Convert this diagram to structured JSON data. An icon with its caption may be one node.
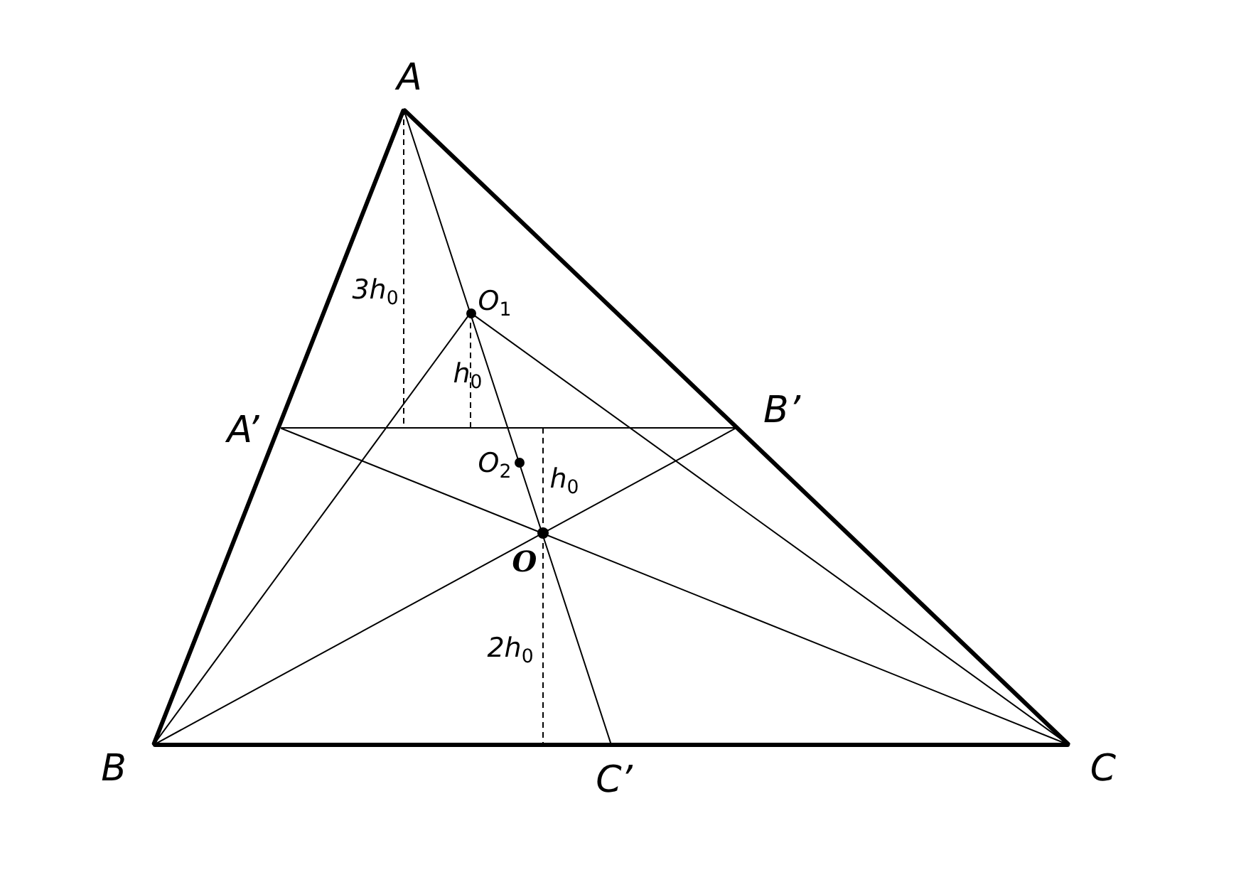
{
  "diagram": {
    "nodes": [
      {
        "text": [
          "A"
        ]
      },
      {
        "text": [
          "O$_{1}$"
        ]
      },
      {
        "text": [
          "A’"
        ]
      },
      {
        "text": [
          "B’"
        ]
      },
      {
        "text": [
          "O$_{2}$"
        ]
      },
      {
        "text": [
          "O"
        ]
      },
      {
        "text": [
          "B"
        ]
      },
      {
        "text": [
          "C"
        ]
      },
      {
        "text": [
          "C’"
        ]
      }
    ],
    "edges": [
      {
        "from": 0,
        "to": 6,
        "arrow": "none",
        "style": "thick"
      },
      {
        "from": 6,
        "to": 7,
        "arrow": "none",
        "style": "thick"
      },
      {
        "from": 7,
        "to": 0,
        "arrow": "none",
        "style": "thick"
      },
      {
        "from": 2,
        "to": 3,
        "arrow": "none"
      },
      {
        "from": 0,
        "to": 8,
        "arrow": "none"
      },
      {
        "from": 6,
        "to": 1,
        "arrow": "none"
      },
      {
        "from": 6,
        "to": 3,
        "arrow": "none"
      },
      {
        "from": 2,
        "to": 7,
        "arrow": "none"
      },
      {
        "from": 1,
        "to": 7,
        "arrow": "none"
      }
    ],
    "labels": [
      "3h$_{0}$",
      "h$_{0}$",
      "h$_{0}$",
      "2h$_{0}$"
    ]
  }
}
